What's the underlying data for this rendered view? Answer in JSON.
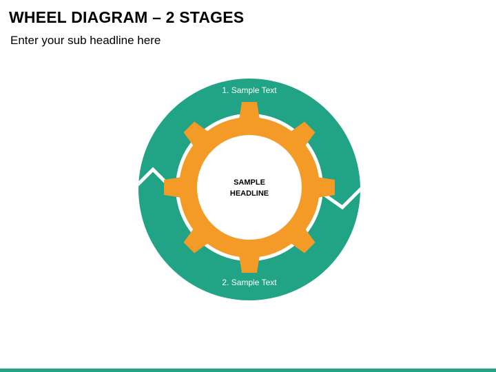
{
  "header": {
    "title": "WHEEL DIAGRAM – 2 STAGES",
    "subtitle": "Enter your sub headline here"
  },
  "diagram": {
    "center_text": [
      "SAMPLE",
      "HEADLINE"
    ],
    "stages": [
      {
        "label": "1. Sample Text"
      },
      {
        "label": "2. Sample Text"
      }
    ],
    "colors": {
      "wheel": "#21A385",
      "gear": "#F39A27",
      "gap": "#ffffff",
      "text_on_wheel": "#ffffff",
      "center_text": "#000000",
      "bottom_bar": "#21A385"
    },
    "icons": [
      "gear-icon"
    ]
  }
}
